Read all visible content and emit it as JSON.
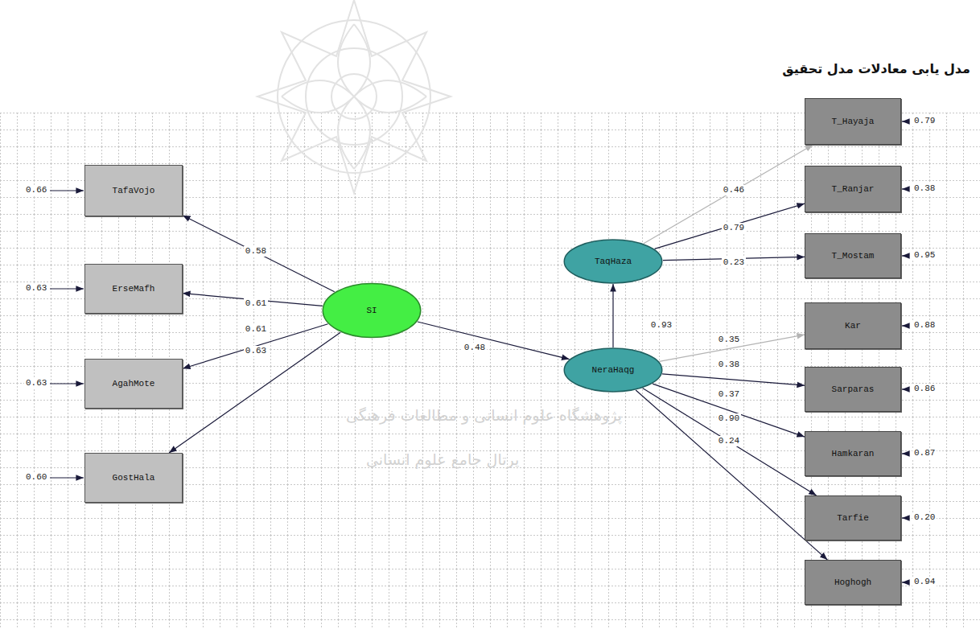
{
  "diagram": {
    "title": "مدل یابی معادلات مدل تحقیق",
    "nodes": [
      {
        "text": [
          "TafaVojo"
        ]
      },
      {
        "text": [
          "ErseMafh"
        ]
      },
      {
        "text": [
          "AgahMote"
        ]
      },
      {
        "text": [
          "GostHala"
        ]
      },
      {
        "text": [
          "SI"
        ]
      },
      {
        "text": [
          "TaqHaza"
        ]
      },
      {
        "text": [
          "NeraHaqg"
        ]
      },
      {
        "text": [
          "T_Hayaja"
        ]
      },
      {
        "text": [
          "T_Ranjar"
        ]
      },
      {
        "text": [
          "T_Mostam"
        ]
      },
      {
        "text": [
          "Kar"
        ]
      },
      {
        "text": [
          "Sarparas"
        ]
      },
      {
        "text": [
          "Hamkaran"
        ]
      },
      {
        "text": [
          "Tarfie"
        ]
      },
      {
        "text": [
          "Hoghogh"
        ]
      }
    ],
    "edges": [
      {
        "from": 4,
        "to": 0,
        "arrow": "to",
        "label": "0.58"
      },
      {
        "from": 4,
        "to": 1,
        "arrow": "to",
        "label": "0.61"
      },
      {
        "from": 4,
        "to": 2,
        "arrow": "to",
        "label": "0.61"
      },
      {
        "from": 4,
        "to": 3,
        "arrow": "to",
        "label": "0.63"
      },
      {
        "from": 4,
        "to": 6,
        "arrow": "to",
        "label": "0.48"
      },
      {
        "from": 6,
        "to": 5,
        "arrow": "to",
        "label": "0.93"
      },
      {
        "from": 5,
        "to": 7,
        "arrow": "to",
        "label": "0.46"
      },
      {
        "from": 5,
        "to": 8,
        "arrow": "to",
        "label": "0.79"
      },
      {
        "from": 5,
        "to": 9,
        "arrow": "to",
        "label": "0.23"
      },
      {
        "from": 6,
        "to": 10,
        "arrow": "to",
        "label": "0.35"
      },
      {
        "from": 6,
        "to": 11,
        "arrow": "to",
        "label": "0.38"
      },
      {
        "from": 6,
        "to": 12,
        "arrow": "to",
        "label": "0.37"
      },
      {
        "from": 6,
        "to": 13,
        "arrow": "to",
        "label": "0.90"
      },
      {
        "from": 6,
        "to": 14,
        "arrow": "to",
        "label": "0.24"
      }
    ],
    "labels": [
      "0.66",
      "0.63",
      "0.63",
      "0.60",
      "0.79",
      "0.38",
      "0.95",
      "0.88",
      "0.86",
      "0.87",
      "0.20",
      "0.94",
      "پژوهشگاه علوم انسانی و مطالعات فرهنگی",
      "پرتال جامع علوم انسانی"
    ]
  }
}
